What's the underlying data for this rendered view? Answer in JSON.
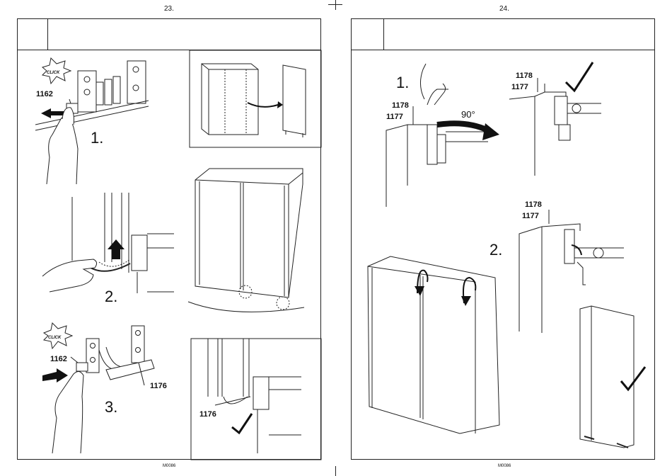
{
  "left_page": {
    "page_number": "23.",
    "footer_code": "M0086",
    "top_left": {
      "click_burst": "CLICK",
      "part_label": "1162",
      "step_number": "1."
    },
    "middle_left": {
      "step_number": "2."
    },
    "bottom_left": {
      "click_burst": "CLICK",
      "part_label_a": "1162",
      "part_label_b": "1176",
      "step_number": "3."
    },
    "bottom_right": {
      "part_label": "1176"
    }
  },
  "right_page": {
    "page_number": "24.",
    "footer_code": "M0086",
    "step1": {
      "step_number": "1.",
      "part_label_a": "1178",
      "part_label_b": "1177",
      "angle_label": "90°"
    },
    "step1_detail": {
      "part_label_a": "1178",
      "part_label_b": "1177"
    },
    "step2": {
      "step_number": "2.",
      "part_label_a": "1178",
      "part_label_b": "1177"
    }
  },
  "icons": [
    "checkmark-icon",
    "rotate-arrow-icon",
    "push-arrow-icon",
    "up-arrow-icon",
    "click-burst-icon"
  ]
}
